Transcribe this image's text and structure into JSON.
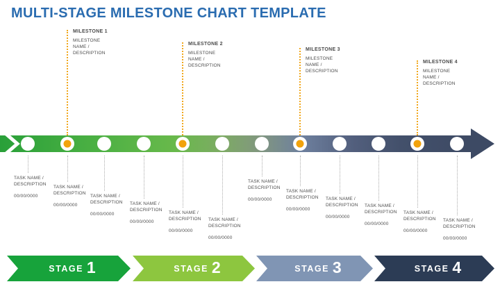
{
  "title": "MULTI-STAGE MILESTONE CHART TEMPLATE",
  "milestones": [
    {
      "title": "MILESTONE 1",
      "description": "MILESTONE NAME / DESCRIPTION"
    },
    {
      "title": "MILESTONE 2",
      "description": "MILESTONE NAME / DESCRIPTION"
    },
    {
      "title": "MILESTONE 3",
      "description": "MILESTONE NAME / DESCRIPTION"
    },
    {
      "title": "MILESTONE 4",
      "description": "MILESTONE NAME / DESCRIPTION"
    }
  ],
  "tasks": [
    {
      "name": "TASK NAME / DESCRIPTION",
      "date": "00/00/0000"
    },
    {
      "name": "TASK NAME / DESCRIPTION",
      "date": "00/00/0000"
    },
    {
      "name": "TASK NAME / DESCRIPTION",
      "date": "00/00/0000"
    },
    {
      "name": "TASK NAME / DESCRIPTION",
      "date": "00/00/0000"
    },
    {
      "name": "TASK NAME / DESCRIPTION",
      "date": "00/00/0000"
    },
    {
      "name": "TASK NAME / DESCRIPTION",
      "date": "00/00/0000"
    },
    {
      "name": "TASK NAME / DESCRIPTION",
      "date": "00/00/0000"
    },
    {
      "name": "TASK NAME / DESCRIPTION",
      "date": "00/00/0000"
    },
    {
      "name": "TASK NAME / DESCRIPTION",
      "date": "00/00/0000"
    },
    {
      "name": "TASK NAME / DESCRIPTION",
      "date": "00/00/0000"
    },
    {
      "name": "TASK NAME / DESCRIPTION",
      "date": "00/00/0000"
    },
    {
      "name": "TASK NAME / DESCRIPTION",
      "date": "00/00/0000"
    }
  ],
  "stages": [
    {
      "word": "STAGE",
      "number": "1"
    },
    {
      "word": "STAGE",
      "number": "2"
    },
    {
      "word": "STAGE",
      "number": "3"
    },
    {
      "word": "STAGE",
      "number": "4"
    }
  ],
  "colors": {
    "title_blue": "#2a6cb0",
    "milestone_accent": "#f1a71b",
    "milestone_dot": "#f2a30c",
    "timeline_green": "#29a039",
    "timeline_navy": "#3d4a64",
    "stage1": "#17a33b",
    "stage2": "#8dc63f",
    "stage3": "#8095b4",
    "stage4": "#2c3c55"
  }
}
